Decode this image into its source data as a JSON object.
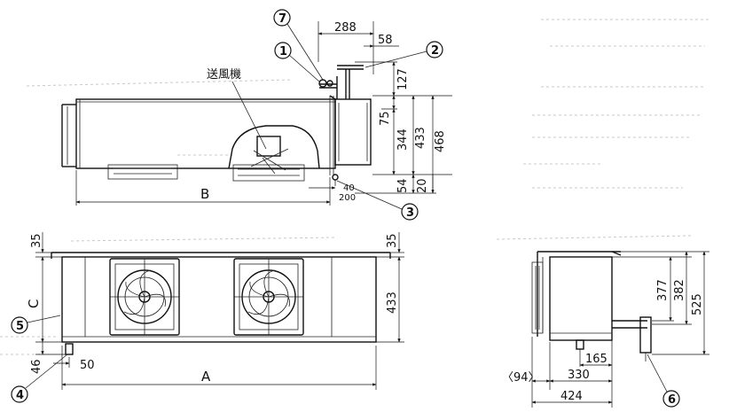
{
  "top_view": {
    "fan_label": "送風機",
    "dims": {
      "d288": "288",
      "d58": "58",
      "d127": "127",
      "d75": "75",
      "d344": "344",
      "d433": "433",
      "d468": "468",
      "d54": "54",
      "d20": "20",
      "d40": "40",
      "d200": "200",
      "B": "B"
    },
    "callouts": {
      "c1": "1",
      "c2": "2",
      "c3": "3",
      "c7": "7"
    }
  },
  "front_view": {
    "dims": {
      "d35_left": "35",
      "d35_right": "35",
      "C": "C",
      "d433": "433",
      "d46": "46",
      "d50": "50",
      "A": "A"
    },
    "callouts": {
      "c4": "4",
      "c5": "5"
    }
  },
  "side_view": {
    "dims": {
      "d377": "377",
      "d382": "382",
      "d525": "525",
      "d165": "165",
      "d94": "〈94〉",
      "d330": "330",
      "d424": "424"
    },
    "callouts": {
      "c6": "6"
    }
  }
}
